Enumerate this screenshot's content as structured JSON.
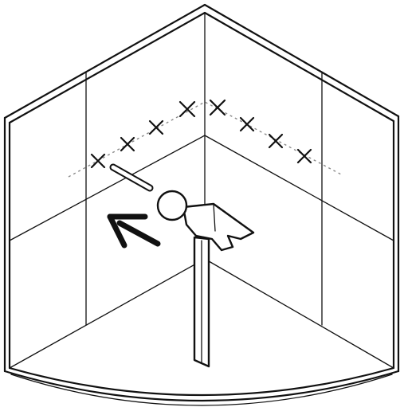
{
  "diagram": {
    "ink_color": "#111111",
    "guide_color": "#8a8a8a",
    "background": "#ffffff",
    "mark_count": 8,
    "marks_left_of_corner": 4,
    "marks_right_of_corner": 4,
    "icons": [
      "person-icon",
      "direction-arrow-icon",
      "light-bar-icon"
    ]
  }
}
